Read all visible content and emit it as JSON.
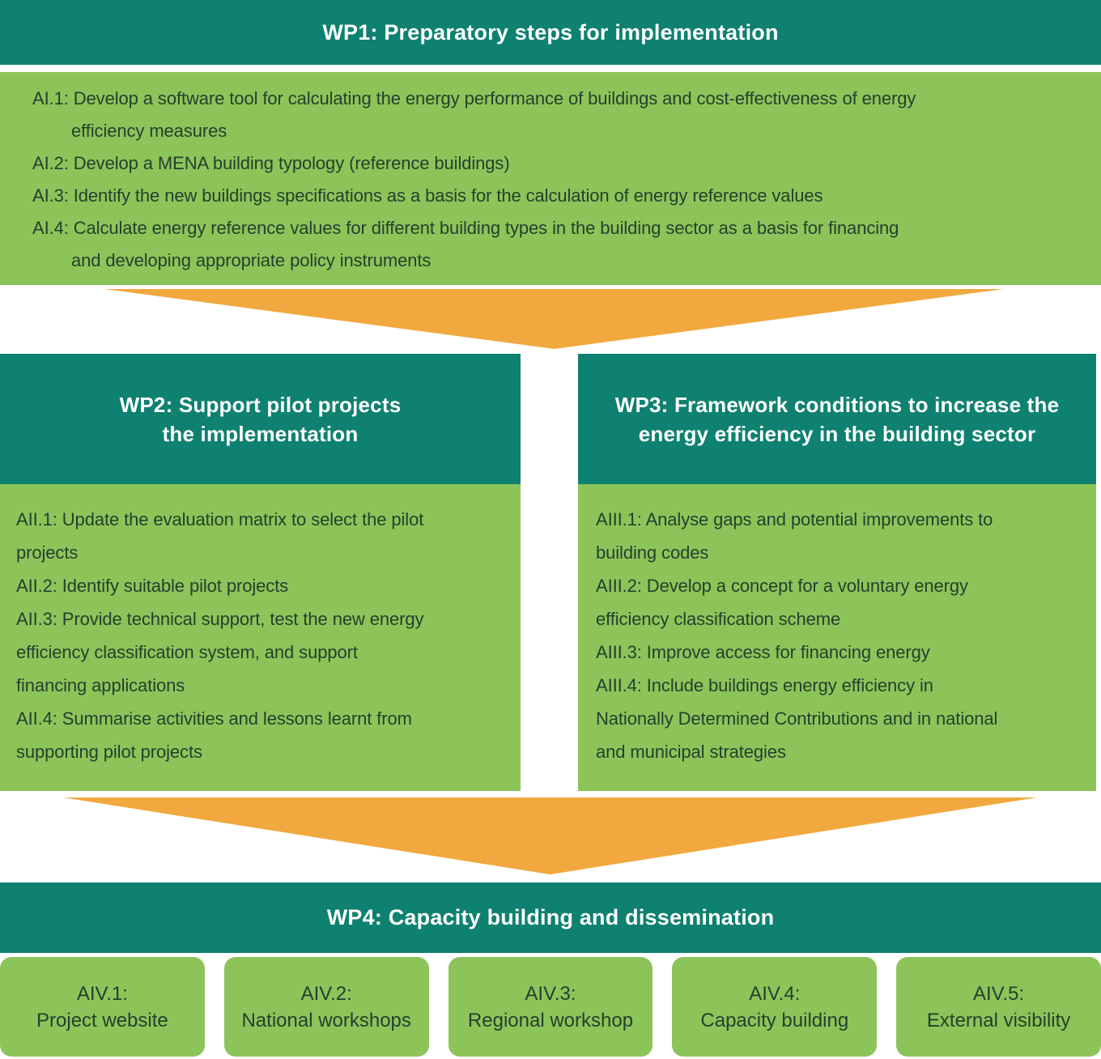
{
  "colors": {
    "teal": "#0E8170",
    "light_green": "#8DC45A",
    "orange": "#F1A83E",
    "body_text": "#24402C",
    "header_text": "#FFFFFF"
  },
  "wp1": {
    "title": "WP1: Preparatory steps for implementation",
    "lines": [
      "AI.1: Develop a software tool for calculating the energy performance of buildings and cost-effectiveness of energy",
      "efficiency measures",
      "AI.2: Develop a MENA building typology (reference buildings)",
      "AI.3: Identify the new buildings specifications as a basis for the calculation of energy reference values",
      "AI.4: Calculate energy reference values for different building types in the building sector as a basis for financing",
      "and developing appropriate policy instruments"
    ]
  },
  "wp2": {
    "title_lines": [
      "WP2: Support pilot projects",
      "the implementation"
    ],
    "lines": [
      "AII.1: Update the evaluation matrix to select the pilot",
      "projects",
      "AII.2: Identify suitable pilot projects",
      "AII.3: Provide technical support, test the new energy",
      "efficiency classification system, and support",
      "financing applications",
      "AII.4: Summarise activities and lessons learnt from",
      "supporting pilot projects"
    ]
  },
  "wp3": {
    "title_lines": [
      "WP3: Framework conditions to increase the",
      "energy efficiency in the building sector"
    ],
    "lines": [
      "AIII.1: Analyse gaps and potential improvements to",
      "building codes",
      "AIII.2: Develop a concept for a voluntary energy",
      "efficiency classification scheme",
      "AIII.3: Improve access for financing energy",
      "AIII.4: Include buildings energy efficiency in",
      "Nationally Determined Contributions and in national",
      "and municipal strategies"
    ]
  },
  "wp4": {
    "title": "WP4: Capacity building and dissemination",
    "boxes": [
      {
        "code": "AIV.1:",
        "label": "Project website"
      },
      {
        "code": "AIV.2:",
        "label": "National workshops"
      },
      {
        "code": "AIV.3:",
        "label": "Regional workshop"
      },
      {
        "code": "AIV.4:",
        "label": "Capacity building"
      },
      {
        "code": "AIV.5:",
        "label": "External visibility"
      }
    ]
  }
}
